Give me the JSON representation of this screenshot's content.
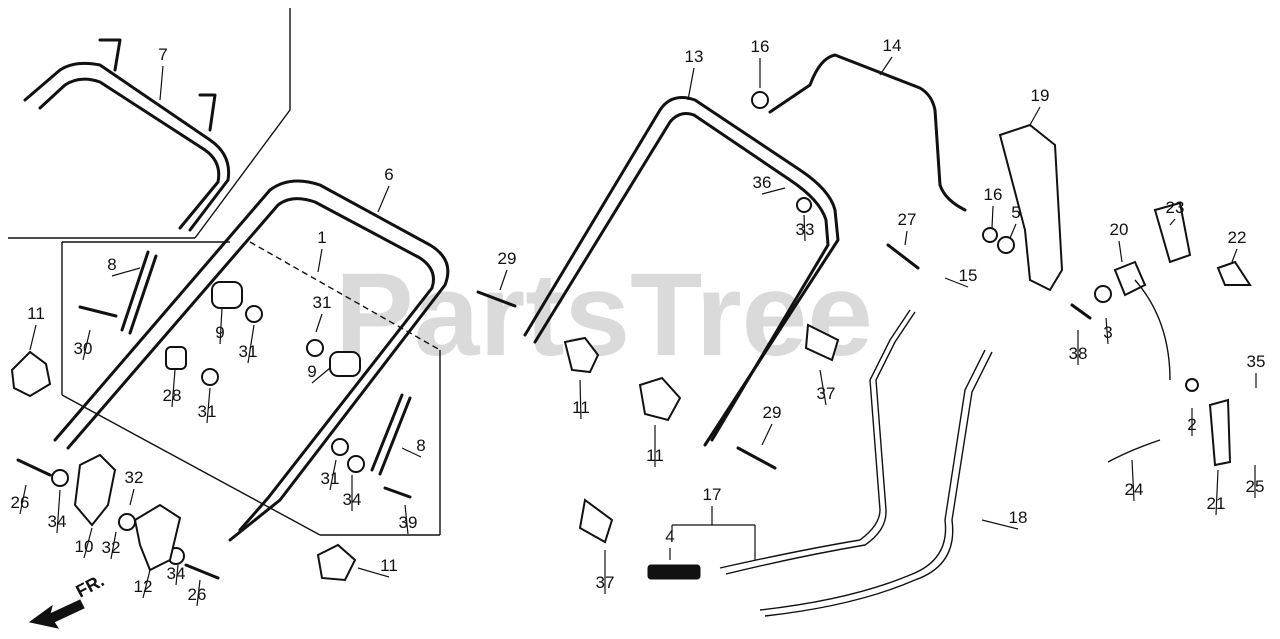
{
  "watermark": "PartsTree",
  "direction_label": "FR.",
  "parts": [
    {
      "ref": "1"
    },
    {
      "ref": "2"
    },
    {
      "ref": "3"
    },
    {
      "ref": "4"
    },
    {
      "ref": "5"
    },
    {
      "ref": "6"
    },
    {
      "ref": "7"
    },
    {
      "ref": "8"
    },
    {
      "ref": "8"
    },
    {
      "ref": "9"
    },
    {
      "ref": "9"
    },
    {
      "ref": "10"
    },
    {
      "ref": "11"
    },
    {
      "ref": "11"
    },
    {
      "ref": "11"
    },
    {
      "ref": "11"
    },
    {
      "ref": "12"
    },
    {
      "ref": "13"
    },
    {
      "ref": "14"
    },
    {
      "ref": "15"
    },
    {
      "ref": "16"
    },
    {
      "ref": "16"
    },
    {
      "ref": "17"
    },
    {
      "ref": "18"
    },
    {
      "ref": "19"
    },
    {
      "ref": "20"
    },
    {
      "ref": "21"
    },
    {
      "ref": "22"
    },
    {
      "ref": "23"
    },
    {
      "ref": "24"
    },
    {
      "ref": "25"
    },
    {
      "ref": "26"
    },
    {
      "ref": "26"
    },
    {
      "ref": "27"
    },
    {
      "ref": "28"
    },
    {
      "ref": "29"
    },
    {
      "ref": "29"
    },
    {
      "ref": "30"
    },
    {
      "ref": "31"
    },
    {
      "ref": "31"
    },
    {
      "ref": "31"
    },
    {
      "ref": "31"
    },
    {
      "ref": "32"
    },
    {
      "ref": "32"
    },
    {
      "ref": "33"
    },
    {
      "ref": "34"
    },
    {
      "ref": "34"
    },
    {
      "ref": "34"
    },
    {
      "ref": "35"
    },
    {
      "ref": "36"
    },
    {
      "ref": "37"
    },
    {
      "ref": "37"
    },
    {
      "ref": "38"
    },
    {
      "ref": "39"
    }
  ]
}
